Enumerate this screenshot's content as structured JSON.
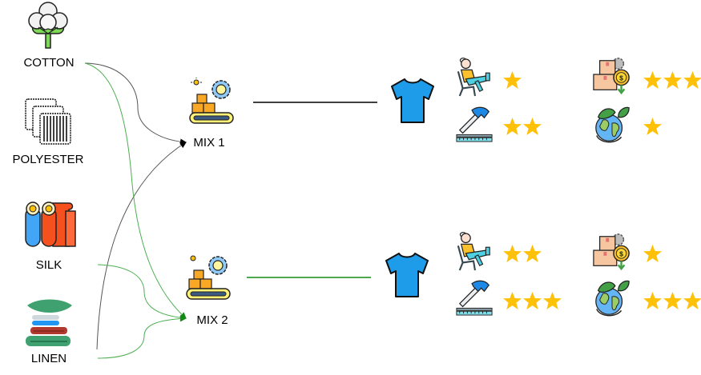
{
  "materials": [
    {
      "id": "cotton",
      "label": "COTTON",
      "icon": "cotton-icon"
    },
    {
      "id": "polyester",
      "label": "POLYESTER",
      "icon": "polyester-fabric-icon"
    },
    {
      "id": "silk",
      "label": "SILK",
      "icon": "silk-rolls-icon"
    },
    {
      "id": "linen",
      "label": "LINEN",
      "icon": "linen-stack-icon"
    }
  ],
  "mixes": [
    {
      "id": "mix1",
      "label": "MIX 1",
      "icon": "conveyor-factory-icon",
      "inputs": [
        "cotton",
        "linen"
      ],
      "link_color": "#000000",
      "product_icon": "tshirt-icon",
      "ratings": {
        "comfort": 1,
        "durability": 2,
        "cost": 3,
        "sustainability": 1
      }
    },
    {
      "id": "mix2",
      "label": "MIX 2",
      "icon": "conveyor-factory-icon",
      "inputs": [
        "cotton",
        "silk",
        "linen"
      ],
      "link_color": "#2e9a2e",
      "product_icon": "tshirt-icon",
      "ratings": {
        "comfort": 2,
        "durability": 3,
        "cost": 1,
        "sustainability": 3
      }
    }
  ],
  "criteria": [
    {
      "id": "comfort",
      "icon": "relaxing-person-chair-icon"
    },
    {
      "id": "durability",
      "icon": "hammer-ruler-icon"
    },
    {
      "id": "cost",
      "icon": "boxes-coin-cost-icon"
    },
    {
      "id": "sustainability",
      "icon": "earth-leaves-icon"
    }
  ],
  "rating_max": 3,
  "colors": {
    "star": "#ffc107",
    "tshirt": "#1e9be9",
    "link_black": "#333333",
    "link_green": "#3aa63a"
  }
}
